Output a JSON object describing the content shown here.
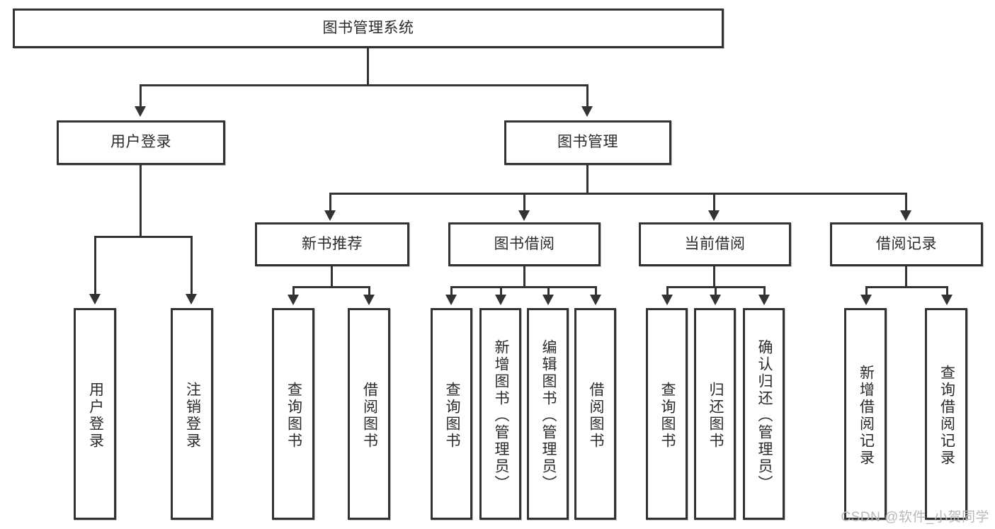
{
  "diagram": {
    "title": "图书管理系统",
    "root": {
      "label": "图书管理系统"
    },
    "level2": [
      {
        "label": "用户登录"
      },
      {
        "label": "图书管理"
      }
    ],
    "level3": [
      {
        "label": "新书推荐"
      },
      {
        "label": "图书借阅"
      },
      {
        "label": "当前借阅"
      },
      {
        "label": "借阅记录"
      }
    ],
    "leaves": {
      "user_login": [
        {
          "label": "用户登录"
        },
        {
          "label": "注销登录"
        }
      ],
      "new_book_recommend": [
        {
          "label": "查询图书"
        },
        {
          "label": "借阅图书"
        }
      ],
      "book_borrow": [
        {
          "label": "查询图书"
        },
        {
          "label": "新增图书（管理员）"
        },
        {
          "label": "编辑图书（管理员）"
        },
        {
          "label": "借阅图书"
        }
      ],
      "current_borrow": [
        {
          "label": "查询图书"
        },
        {
          "label": "归还图书"
        },
        {
          "label": "确认归还（管理员）"
        }
      ],
      "borrow_record": [
        {
          "label": "新增借阅记录"
        },
        {
          "label": "查询借阅记录"
        }
      ]
    }
  },
  "watermark": {
    "text": "CSDN @软件_小贺同学"
  },
  "colors": {
    "border": "#333333",
    "text": "#2b2b2b",
    "background": "#ffffff",
    "watermark": "#b9b9b9"
  }
}
